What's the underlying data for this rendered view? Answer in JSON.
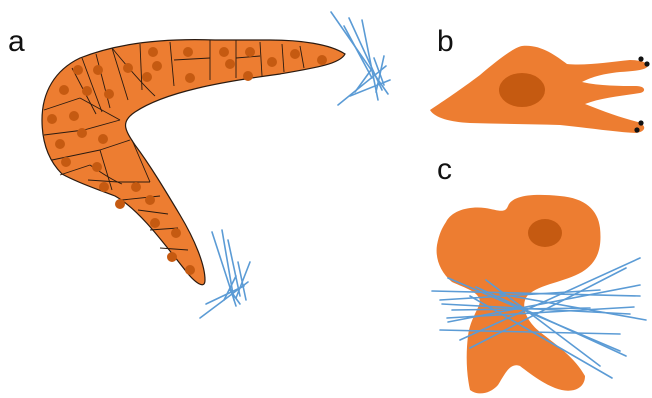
{
  "panels": [
    {
      "id": "a",
      "label": "a"
    },
    {
      "id": "b",
      "label": "b"
    },
    {
      "id": "c",
      "label": "c"
    }
  ],
  "colors": {
    "cell_fill": "#ED7D31",
    "nucleus": "#C55A11",
    "outline": "#2a1a10",
    "fiber": "#5B9BD5",
    "tip": "#111111"
  }
}
